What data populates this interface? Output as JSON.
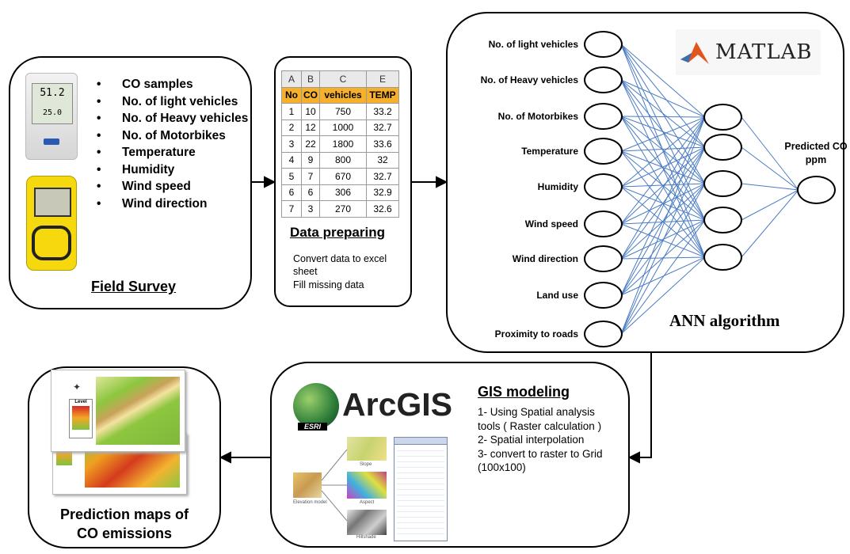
{
  "field_survey": {
    "items": [
      "CO samples",
      "No. of light vehicles",
      "No. of Heavy vehicles",
      "No. of Motorbikes",
      "Temperature",
      "Humidity",
      "Wind speed",
      "Wind direction"
    ],
    "title": "Field Survey",
    "device_readout_1": "51.2",
    "device_readout_2": "25.0"
  },
  "data_preparing": {
    "column_letters": [
      "A",
      "B",
      "C",
      "E"
    ],
    "headers": [
      "No",
      "CO",
      "vehicles",
      "TEMP"
    ],
    "rows": [
      [
        "1",
        "10",
        "750",
        "33.2"
      ],
      [
        "2",
        "12",
        "1000",
        "32.7"
      ],
      [
        "3",
        "22",
        "1800",
        "33.6"
      ],
      [
        "4",
        "9",
        "800",
        "32"
      ],
      [
        "5",
        "7",
        "670",
        "32.7"
      ],
      [
        "6",
        "6",
        "306",
        "32.9"
      ],
      [
        "7",
        "3",
        "270",
        "32.6"
      ]
    ],
    "title": "Data preparing",
    "step_1": "Convert data to excel sheet",
    "step_2": "Fill missing data"
  },
  "ann": {
    "inputs": [
      "No. of light vehicles",
      "No. of Heavy vehicles",
      "No. of Motorbikes",
      "Temperature",
      "Humidity",
      "Wind speed",
      "Wind direction",
      "Land use",
      "Proximity to roads"
    ],
    "output_label": "Predicted CO ppm",
    "logo_text": "MATLAB",
    "title": "ANN algorithm",
    "colors": {
      "edges": "#4a7bc4",
      "matlab_logo": "#e0561d"
    }
  },
  "gis": {
    "logo_text": "ArcGIS",
    "logo_badge": "ESRI",
    "title": "GIS modeling",
    "steps": [
      "1- Using Spatial analysis tools ( Raster calculation )",
      "2- Spatial interpolation",
      "3- convert to raster to Grid (100x100)"
    ],
    "thumb_labels": [
      "Slope",
      "Aspect",
      "Hillshade",
      "Elevation model"
    ]
  },
  "prediction": {
    "title_line1": "Prediction maps of",
    "title_line2": "CO emissions",
    "legend_title": "Level"
  }
}
